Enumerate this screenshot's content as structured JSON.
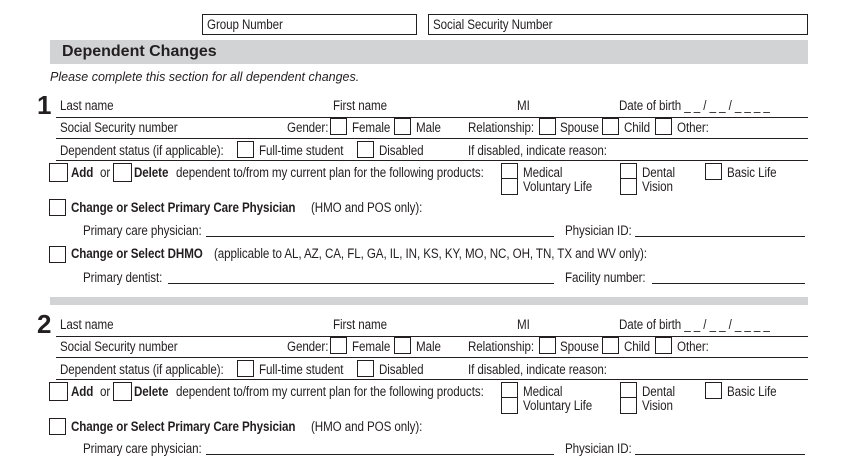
{
  "top_fields": {
    "group_number": "Group Number",
    "ssn": "Social Security Number"
  },
  "section": {
    "title": "Dependent Changes",
    "instruction": "Please complete this section for all dependent changes."
  },
  "labels": {
    "last_name": "Last name",
    "first_name": "First name",
    "mi": "MI",
    "dob": "Date of birth  _ _ / _ _ / _ _ _ _",
    "ssn": "Social Security number",
    "gender": "Gender:",
    "female": "Female",
    "male": "Male",
    "relationship": "Relationship:",
    "spouse": "Spouse",
    "child": "Child",
    "other": "Other:",
    "dependent_status": "Dependent status (if applicable):",
    "fulltime_student": "Full-time student",
    "disabled": "Disabled",
    "if_disabled": "If disabled, indicate reason:",
    "add": "Add",
    "or": "or",
    "delete": "Delete",
    "dependent_plan_text": "dependent to/from my current plan for the following products:",
    "medical": "Medical",
    "voluntary_life": "Voluntary Life",
    "dental": "Dental",
    "vision": "Vision",
    "basic_life": "Basic Life",
    "change_pcp": "Change or Select Primary Care Physician",
    "change_pcp_note": "(HMO and POS only):",
    "primary_care_physician": "Primary care physician:",
    "physician_id": "Physician ID:",
    "change_dhmo": "Change or Select DHMO",
    "change_dhmo_note": "(applicable to AL, AZ, CA, FL, GA, IL, IN, KS, KY, MO, NC, OH, TN, TX and WV only):",
    "primary_dentist": "Primary dentist:",
    "facility_number": "Facility number:"
  },
  "dependents": [
    {
      "number": "1"
    },
    {
      "number": "2"
    }
  ]
}
